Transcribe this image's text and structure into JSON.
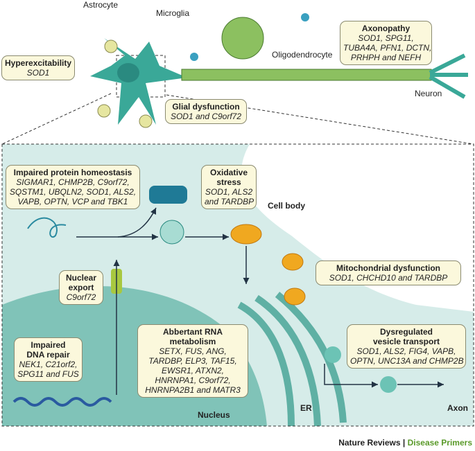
{
  "labels": {
    "astrocyte": "Astrocyte",
    "microglia": "Microglia",
    "oligodendrocyte": "Oligodendrocyte",
    "neuron": "Neuron",
    "cell_body": "Cell body",
    "nucleus": "Nucleus",
    "er": "ER",
    "axon": "Axon"
  },
  "boxes": {
    "hyperexcitability": {
      "title": "Hyperexcitability",
      "genes": "SOD1"
    },
    "glial": {
      "title": "Glial dysfunction",
      "genes": "SOD1 and C9orf72"
    },
    "axonopathy": {
      "title": "Axonopathy",
      "genes": [
        "SOD1, SPG11,",
        "TUBA4A, PFN1, DCTN,",
        "PRHPH and NEFH"
      ]
    },
    "protein": {
      "title": "Impaired protein homeostasis",
      "genes": [
        "SIGMAR1, CHMP2B, C9orf72,",
        "SQSTM1, UBQLN2, SOD1, ALS2,",
        "VAPB, OPTN, VCP and TBK1"
      ]
    },
    "oxidative": {
      "title": [
        "Oxidative",
        "stress"
      ],
      "genes": [
        "SOD1, ALS2",
        "and TARDBP"
      ]
    },
    "mito": {
      "title": "Mitochondrial dysfunction",
      "genes": "SOD1, CHCHD10 and TARDBP"
    },
    "nuclear": {
      "title": [
        "Nuclear",
        "export"
      ],
      "genes": "C9orf72"
    },
    "dna": {
      "title": [
        "Impaired",
        "DNA repair"
      ],
      "genes": [
        "NEK1, C21orf2,",
        "SPG11 and FUS"
      ]
    },
    "rna": {
      "title": [
        "Abbertant RNA",
        "metabolism"
      ],
      "genes": [
        "SETX, FUS, ANG,",
        "TARDBP, ELP3, TAF15,",
        "EWSR1, ATXN2,",
        "HNRNPA1, C9orf72,",
        "HNRNPA2B1 and MATR3"
      ]
    },
    "vesicle": {
      "title": [
        "Dysregulated",
        "vesicle transport"
      ],
      "genes": [
        "SOD1, ALS2, FIG4, VAPB,",
        "OPTN, UNC13A and CHMP2B"
      ]
    }
  },
  "footer": {
    "journal": "Nature Reviews",
    "sep": " | ",
    "series": "Disease Primers"
  }
}
